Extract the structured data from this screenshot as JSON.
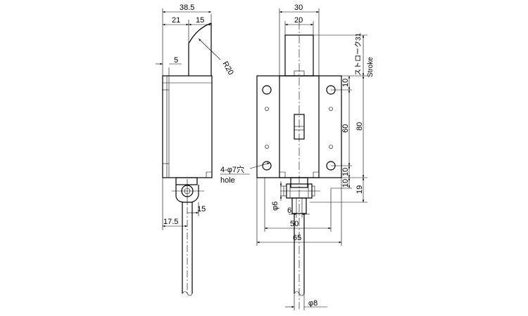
{
  "dimensions": {
    "d38_5": "38.5",
    "d21": "21",
    "d15_top": "15",
    "d5": "5",
    "r20": "R20",
    "d15_bottom": "15",
    "d17_5": "17.5",
    "d30": "30",
    "d20": "20",
    "d10_a": "10",
    "d60": "60",
    "d80": "80",
    "d10_b": "10",
    "d10_c": "10",
    "d19": "19",
    "phi6": "φ6",
    "d6": "6",
    "d50": "50",
    "d65": "65",
    "phi8": "φ8"
  },
  "labels": {
    "stroke_jp": "ストローク31",
    "stroke_en": "Stroke",
    "hole_jp": "4-φ7穴",
    "hole_en": "hole"
  },
  "colors": {
    "line": "#000000",
    "background": "#ffffff"
  }
}
